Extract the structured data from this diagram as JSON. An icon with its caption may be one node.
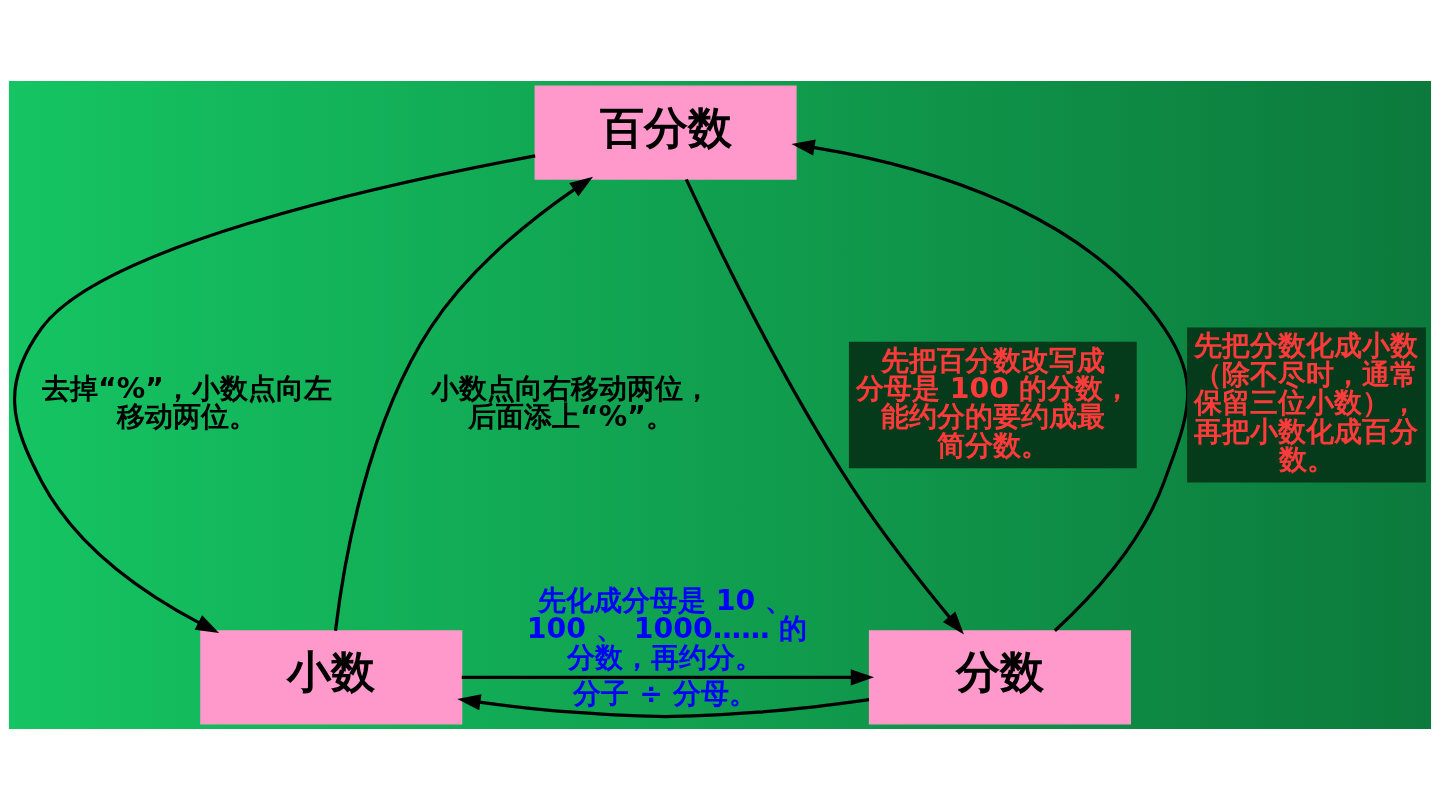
{
  "diagram": {
    "nodes": [
      {
        "text": [
          "百分数"
        ]
      },
      {
        "text": [
          "小数"
        ]
      },
      {
        "text": [
          "分数"
        ]
      }
    ],
    "edges": [
      {
        "from": 1,
        "to": 0,
        "arrow": "to",
        "label": "小数点向右移动两位，后面添上“%”。"
      },
      {
        "from": 0,
        "to": 1,
        "arrow": "to",
        "label": "去掉“%”，小数点向左移动两位。"
      },
      {
        "from": 0,
        "to": 2,
        "arrow": "to",
        "label": "先把百分数改写成分母是 100 的分数，能约分的要约成最简分数。"
      },
      {
        "from": 2,
        "to": 0,
        "arrow": "to",
        "label": "先把分数化成小数（除不尽时，通常保留三位小数），再把小数化成百分数。"
      },
      {
        "from": 1,
        "to": 2,
        "arrow": "to",
        "label": "先化成分母是 10 、 100 、 1000…… 的分数，再约分。"
      },
      {
        "from": 2,
        "to": 1,
        "arrow": "to",
        "label": "分子 ÷ 分母。"
      }
    ]
  }
}
